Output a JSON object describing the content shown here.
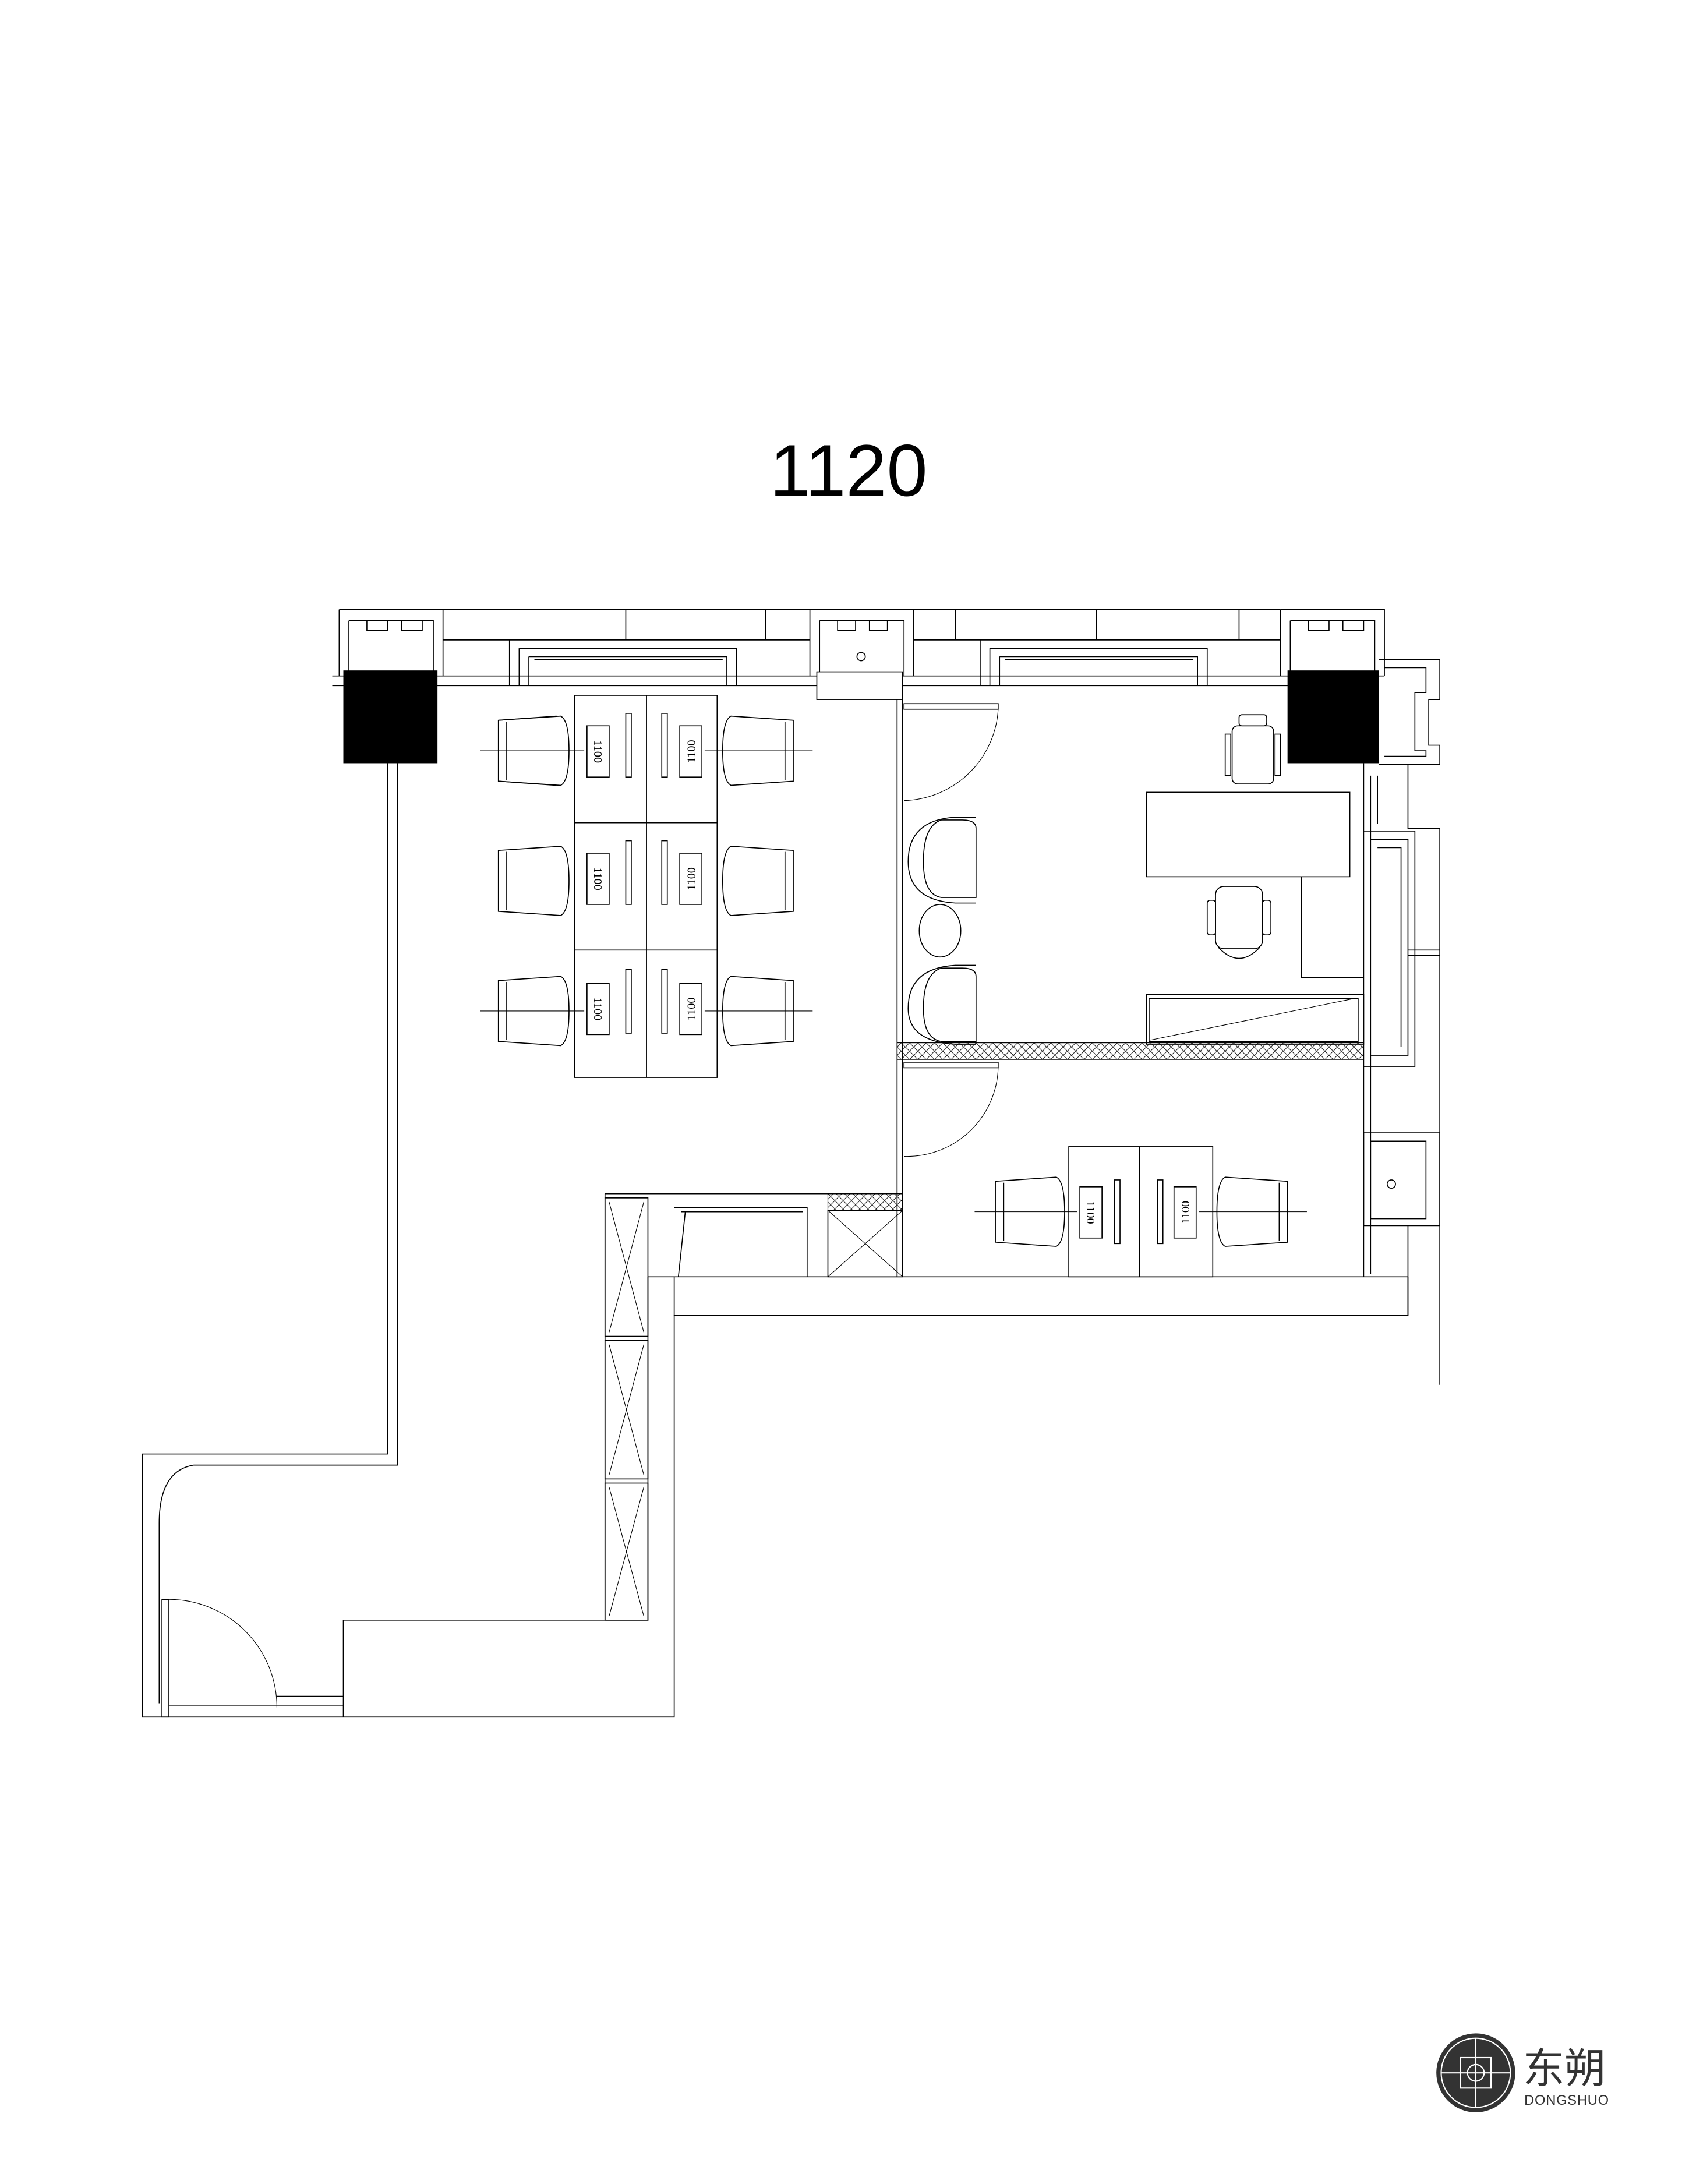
{
  "plan": {
    "unit_number": "1120",
    "workstation_desks": [
      "1100",
      "1100",
      "1100",
      "1100",
      "1100",
      "1100"
    ],
    "meeting_desks": [
      "1100",
      "1100"
    ]
  },
  "logo": {
    "name_cn": "东朔",
    "name_en": "DONGSHUO"
  },
  "colors": {
    "line": "#000000",
    "logo": "#333333"
  }
}
